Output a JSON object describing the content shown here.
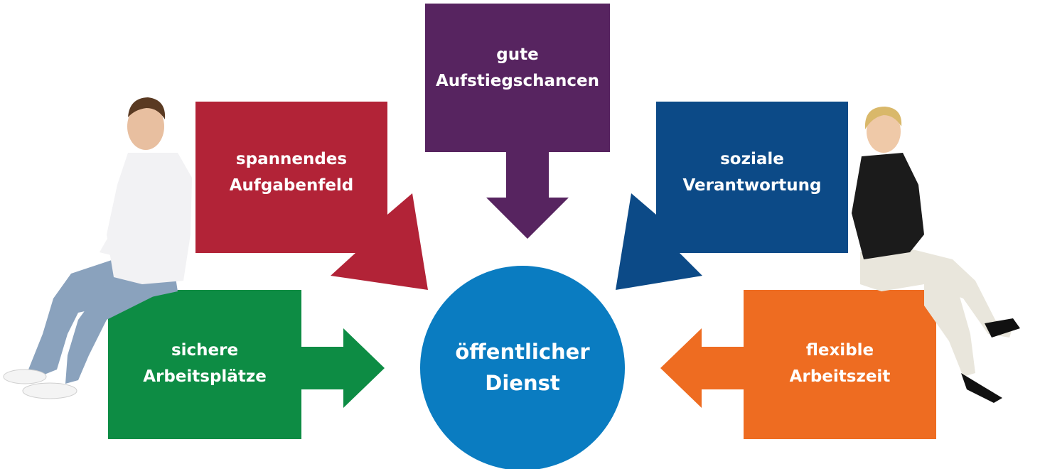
{
  "center": {
    "line1": "öffentlicher",
    "line2": "Dienst",
    "color": "#0a7cc1"
  },
  "boxes": [
    {
      "id": "aufstieg",
      "line1": "gute",
      "line2": "Aufstiegschancen",
      "color": "#572460"
    },
    {
      "id": "aufgaben",
      "line1": "spannendes",
      "line2": "Aufgabenfeld",
      "color": "#b22337"
    },
    {
      "id": "verantwortung",
      "line1": "soziale",
      "line2": "Verantwortung",
      "color": "#0c4a87"
    },
    {
      "id": "arbeitsplaetze",
      "line1": "sichere",
      "line2": "Arbeitsplätze",
      "color": "#0d8c44"
    },
    {
      "id": "arbeitszeit",
      "line1": "flexible",
      "line2": "Arbeitszeit",
      "color": "#ee6c21"
    }
  ],
  "people": [
    {
      "id": "man",
      "shirt": "#f2f2f4",
      "jeans": "#8aa2bd",
      "skin": "#e8bfa0",
      "hair": "#5a3a22"
    },
    {
      "id": "woman",
      "shirt": "#1b1b1b",
      "trousers": "#e9e6dc",
      "skin": "#efc9a8",
      "hair": "#d9b86a"
    }
  ]
}
